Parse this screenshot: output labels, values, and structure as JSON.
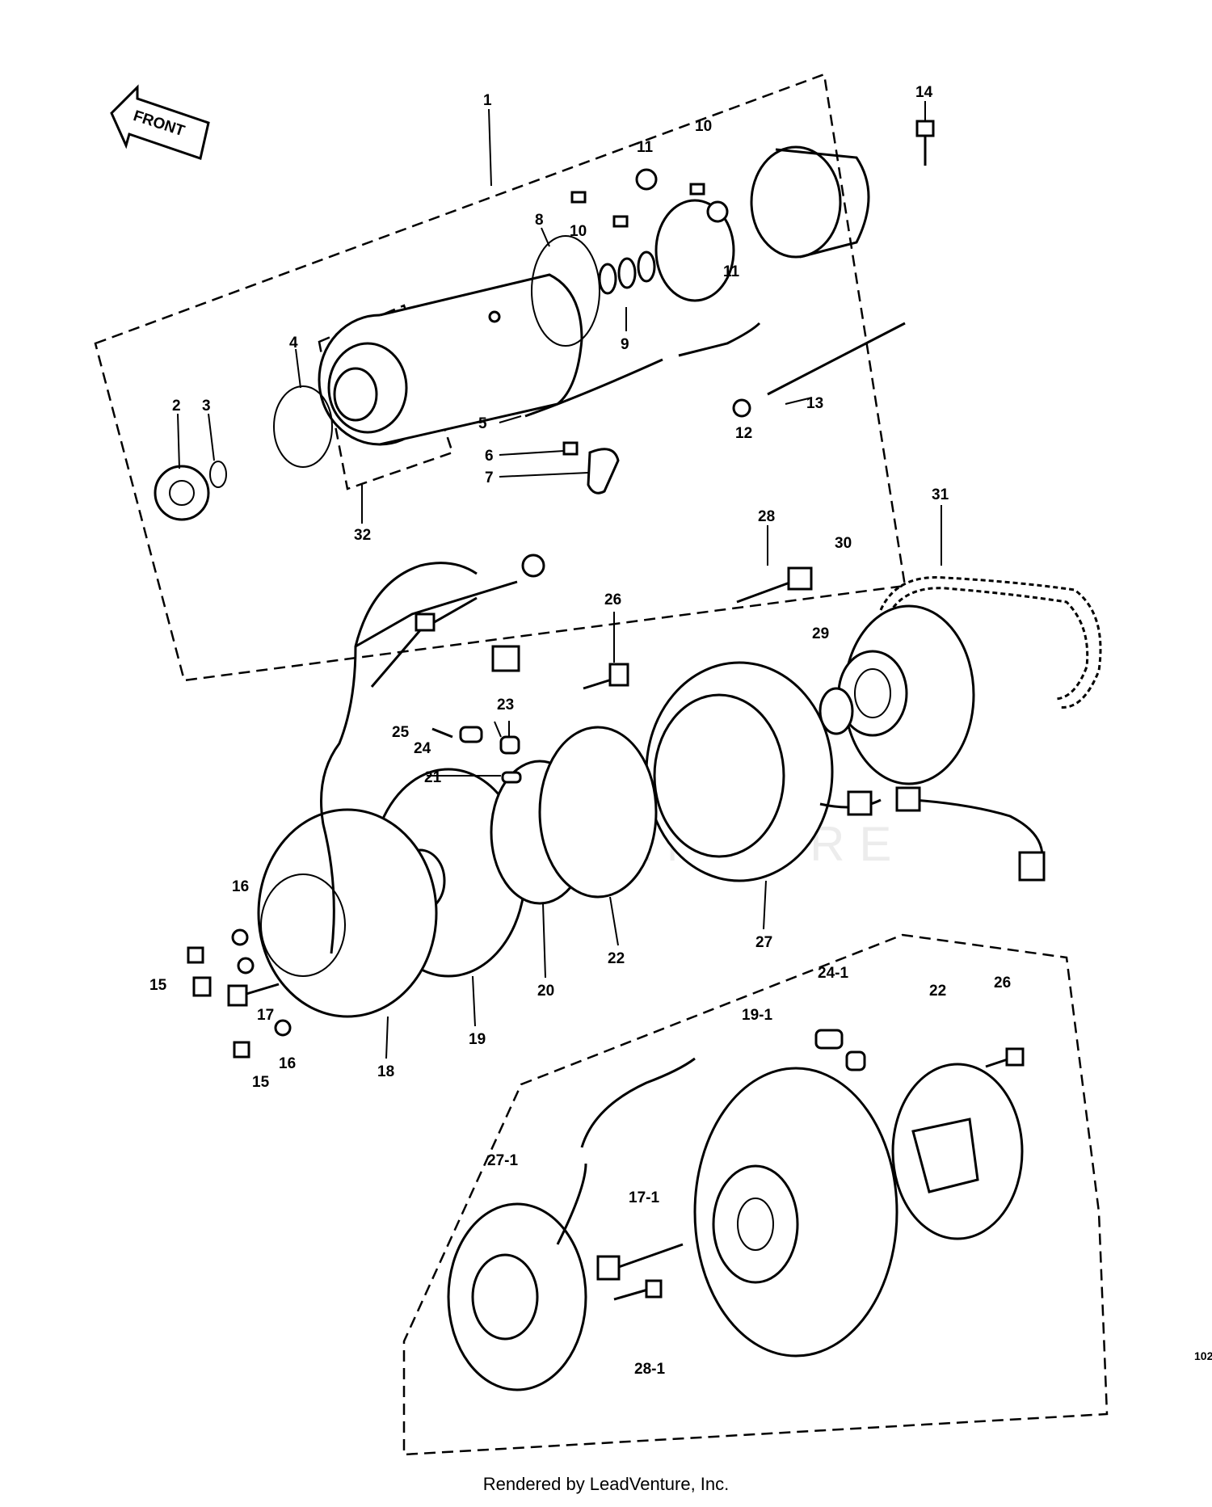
{
  "front_label": "FRONT",
  "watermark": "LEADVENTURE",
  "footer": "Rendered by LeadVenture, Inc.",
  "diagram_code": "102",
  "callouts": [
    "1",
    "2",
    "3",
    "4",
    "5",
    "6",
    "7",
    "8",
    "9",
    "10",
    "10",
    "11",
    "11",
    "12",
    "13",
    "14",
    "15",
    "15",
    "16",
    "16",
    "17",
    "18",
    "19",
    "20",
    "21",
    "22",
    "22",
    "23",
    "24",
    "25",
    "26",
    "26",
    "27",
    "28",
    "29",
    "30",
    "31",
    "32",
    "19-1",
    "24-1",
    "17-1",
    "27-1",
    "28-1"
  ]
}
